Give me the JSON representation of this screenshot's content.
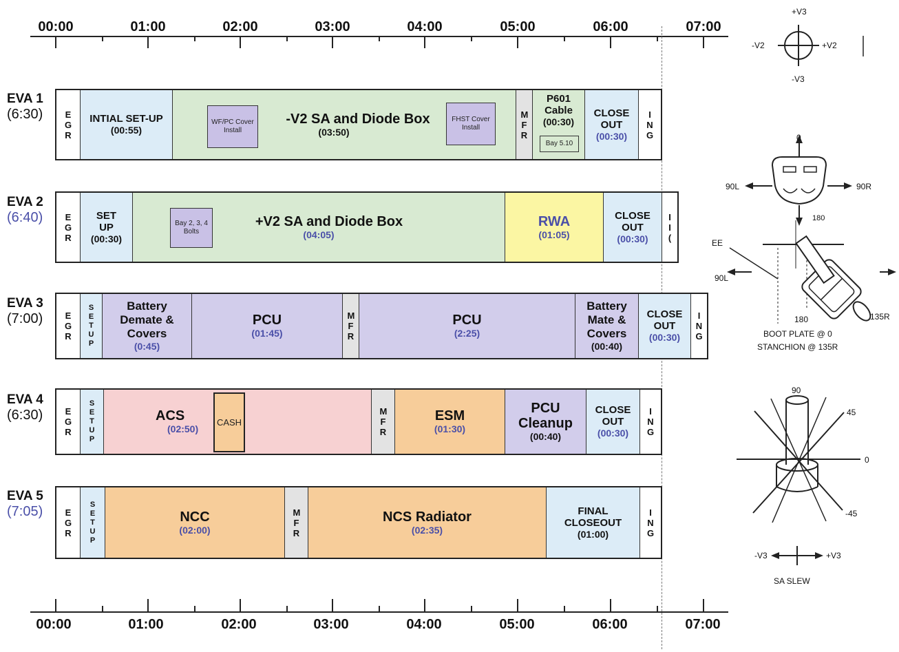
{
  "time_labels": [
    "00:00",
    "01:00",
    "02:00",
    "03:00",
    "04:00",
    "05:00",
    "06:00",
    "07:00"
  ],
  "evas": [
    {
      "name": "EVA 1",
      "duration": "(6:30)"
    },
    {
      "name": "EVA 2",
      "duration": "(6:40)"
    },
    {
      "name": "EVA 3",
      "duration": "(7:00)"
    },
    {
      "name": "EVA 4",
      "duration": "(6:30)"
    },
    {
      "name": "EVA 5",
      "duration": "(7:05)"
    }
  ],
  "eva1": {
    "egr": "EGR",
    "setup_title": "INTIAL SET-UP",
    "setup_dur": "(00:55)",
    "main_title": "-V2 SA and Diode Box",
    "main_dur": "(03:50)",
    "wfpc": "WF/PC Cover Install",
    "fhst": "FHST Cover Install",
    "mfr": "MFR",
    "p601_title": "P601 Cable",
    "p601_dur": "(00:30)",
    "bay": "Bay 5.10",
    "close_title": "CLOSE OUT",
    "close_dur": "(00:30)",
    "ing": "ING"
  },
  "eva2": {
    "egr": "EGR",
    "setup_title": "SET UP",
    "setup_dur": "(00:30)",
    "bay": "Bay 2, 3, 4 Bolts",
    "main_title": "+V2 SA and Diode Box",
    "main_dur": "(04:05)",
    "rwa_title": "RWA",
    "rwa_dur": "(01:05)",
    "close_title": "CLOSE OUT",
    "close_dur": "(00:30)",
    "ing": "I I ("
  },
  "eva3": {
    "egr": "EGR",
    "setup": "SETUP",
    "bat_title": "Battery Demate & Covers",
    "bat_dur": "(0:45)",
    "pcu1_title": "PCU",
    "pcu1_dur": "(01:45)",
    "mfr": "MFR",
    "pcu2_title": "PCU",
    "pcu2_dur": "(2:25)",
    "bat2_title": "Battery Mate & Covers",
    "bat2_dur": "(00:40)",
    "close_title": "CLOSE OUT",
    "close_dur": "(00:30)",
    "ing": "ING"
  },
  "eva4": {
    "egr": "EGR",
    "setup": "SETUP",
    "acs_title": "ACS",
    "acs_dur": "(02:50)",
    "cash": "CASH",
    "mfr": "MFR",
    "esm_title": "ESM",
    "esm_dur": "(01:30)",
    "pcu_title": "PCU Cleanup",
    "pcu_dur": "(00:40)",
    "close_title": "CLOSE OUT",
    "close_dur": "(00:30)",
    "ing": "ING"
  },
  "eva5": {
    "egr": "EGR",
    "setup": "SETUP",
    "ncc_title": "NCC",
    "ncc_dur": "(02:00)",
    "mfr": "MFR",
    "ncs_title": "NCS Radiator",
    "ncs_dur": "(02:35)",
    "final_title": "FINAL CLOSEOUT",
    "final_dur": "(01:00)",
    "ing": "ING"
  },
  "right": {
    "v3p": "+V3",
    "v3m": "-V3",
    "v2p": "+V2",
    "v2m": "-V2",
    "zero": "0",
    "l90": "90L",
    "r90": "90R",
    "r180": "180",
    "ee": "EE",
    "l90b": "90L",
    "r135": "135R",
    "r180b": "180",
    "boot": "BOOT PLATE @ 0",
    "stanchion": "STANCHION @ 135R",
    "a90": "90",
    "a45": "45",
    "a0": "0",
    "am45": "-45",
    "sv3m": "-V3",
    "sv3p": "+V3",
    "slew": "SA SLEW"
  },
  "colors": {
    "white": "#ffffff",
    "blue": "#dcecf7",
    "green": "#d8ead2",
    "grey": "#e3e3e3",
    "purple": "#d2cdeb",
    "yellow": "#fbf6a3",
    "pink": "#f7d1d2",
    "orange": "#f7cd9a",
    "duration_text": "#4a4fa8"
  }
}
